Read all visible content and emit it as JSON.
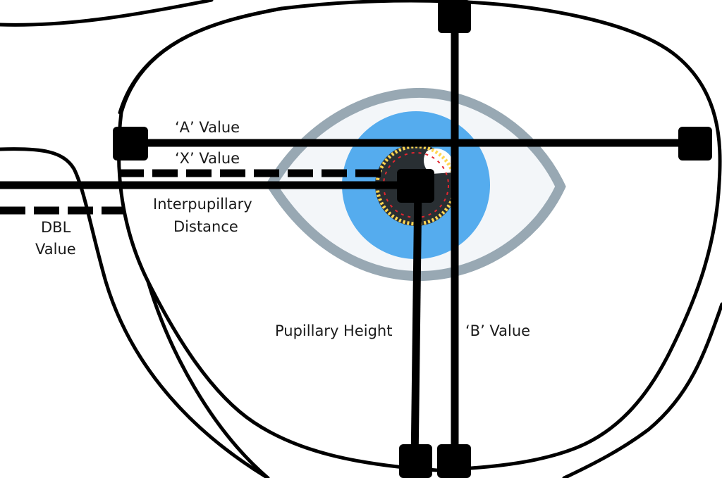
{
  "diagram": {
    "title": "Eyeglass lens measurements",
    "colors": {
      "line": "#000000",
      "sclera": "#f3f6f9",
      "eyelid": "#98a8b3",
      "iris": "#55acee",
      "pupil": "#292f33",
      "highlight": "#ffffff",
      "ring_outer": "#ffd652",
      "ring_inner": "#e3262f"
    },
    "labels": {
      "a_value": "‘A’ Value",
      "x_value": "‘X’ Value",
      "ipd_line1": "Interpupillary",
      "ipd_line2": "Distance",
      "dbl_line1": "DBL",
      "dbl_line2": "Value",
      "pupillary_height": "Pupillary Height",
      "b_value": "‘B’ Value"
    }
  }
}
